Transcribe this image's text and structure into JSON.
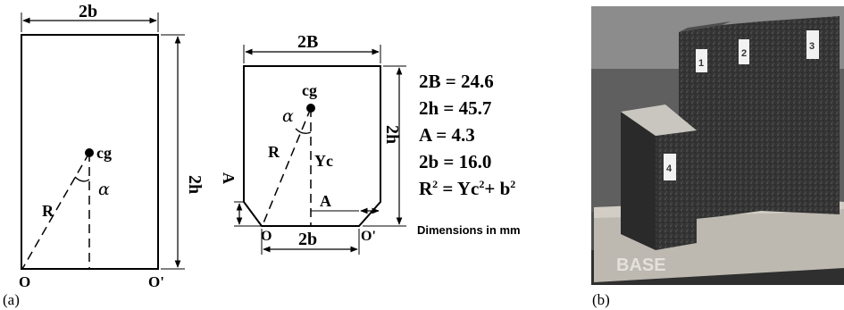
{
  "panel_a": {
    "tag": "(a)",
    "width_label": "2b",
    "height_label": "2h",
    "cg_label": "cg",
    "radius_label": "R",
    "angle_label": "α",
    "pivot_left_label": "O",
    "pivot_right_label": "O'"
  },
  "diagram_b": {
    "width_label": "2B",
    "height_label": "2h",
    "cg_label": "cg",
    "radius_label": "R",
    "angle_label": "α",
    "yc_label": "Yc",
    "chamfer_side_label": "A",
    "chamfer_bottom_label": "A",
    "base_label": "2b",
    "pivot_left_label": "O",
    "pivot_right_label": "O'"
  },
  "parameters": {
    "line_2B": "2B = 24.6",
    "line_2h": "2h = 45.7",
    "line_A": "A = 4.3",
    "line_2b": "2b = 16.0",
    "line_R2_a": "R",
    "line_R2_b": "2",
    "line_R2_c": " = Yc",
    "line_R2_d": "2",
    "line_R2_e": "+ b",
    "line_R2_f": "2",
    "units_note": "Dimensions in mm"
  },
  "panel_b": {
    "tag": "(b)",
    "photo_block_label_1": "1",
    "photo_block_label_2": "2",
    "photo_block_label_3": "3",
    "photo_block_label_4": "4",
    "photo_base_label": "BASE"
  },
  "colors": {
    "line": "#000000",
    "granite": "#3a3a3a",
    "base": "#b9b6ae",
    "backdrop": "#5b5b5b"
  }
}
